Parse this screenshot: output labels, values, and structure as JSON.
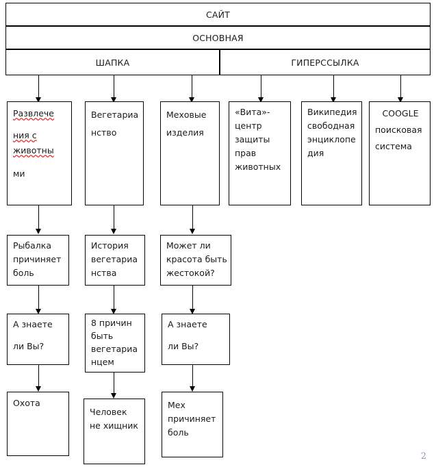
{
  "document": {
    "page_number": "2",
    "diagram_type": "site-structure-tree"
  },
  "header_rows": [
    {
      "id": "site",
      "label": "САЙТ"
    },
    {
      "id": "main",
      "label": "ОСНОВНАЯ"
    }
  ],
  "section_row": [
    {
      "id": "shapka",
      "label": "ШАПКА"
    },
    {
      "id": "hyperlink",
      "label": "ГИПЕРССЫЛКА"
    }
  ],
  "level_2": [
    {
      "id": "entertainment",
      "lines": [
        "Развлече",
        "ния с",
        "животны",
        "ми"
      ],
      "misspelled_lines": [
        true,
        true,
        true,
        false
      ]
    },
    {
      "id": "vegetarianism",
      "lines": [
        "Вегетариа",
        "нство"
      ],
      "misspelled_lines": [
        false,
        false
      ]
    },
    {
      "id": "fur-products",
      "lines": [
        "Меховые",
        "изделия"
      ],
      "misspelled_lines": [
        false,
        false
      ]
    },
    {
      "id": "vita-center",
      "lines": [
        "«Вита»-",
        "центр",
        "защиты",
        "прав",
        "животных"
      ],
      "misspelled_lines": [
        false,
        false,
        false,
        false,
        false
      ]
    },
    {
      "id": "wikipedia",
      "lines": [
        "Википедия",
        "свободная",
        "энциклопе",
        "дия"
      ],
      "misspelled_lines": [
        false,
        false,
        false,
        false
      ]
    },
    {
      "id": "coogle",
      "lines": [
        "COOGLE",
        "поисковая",
        "система"
      ],
      "misspelled_lines": [
        false,
        false,
        false
      ]
    }
  ],
  "level_3": [
    {
      "id": "fishing-pain",
      "lines": [
        "Рыбалка",
        "причиняет",
        "боль"
      ]
    },
    {
      "id": "veg-history",
      "lines": [
        "История",
        "вегетариа",
        "нства"
      ]
    },
    {
      "id": "beauty-cruel",
      "lines": [
        "Может ли",
        "красота быть",
        "жестокой?"
      ]
    }
  ],
  "level_4": [
    {
      "id": "do-you-know-1",
      "lines": [
        "А знаете",
        "",
        "ли Вы?"
      ]
    },
    {
      "id": "eight-reasons",
      "lines": [
        "8 причин",
        "быть",
        "вегетариа",
        "нцем"
      ]
    },
    {
      "id": "do-you-know-2",
      "lines": [
        "А знаете",
        "",
        "ли Вы?"
      ]
    }
  ],
  "level_5": [
    {
      "id": "hunting",
      "lines": [
        "Охота"
      ]
    },
    {
      "id": "human-not-predator",
      "lines": [
        "Человек",
        "не хищник"
      ]
    },
    {
      "id": "fur-pain",
      "lines": [
        "Мех",
        "причиняет",
        "боль"
      ]
    }
  ],
  "colors": {
    "stroke": "#000000",
    "background": "#ffffff",
    "text": "#1a1a1a",
    "spellcheck_underline": "#e03030",
    "page_number": "#8a9bb4"
  }
}
